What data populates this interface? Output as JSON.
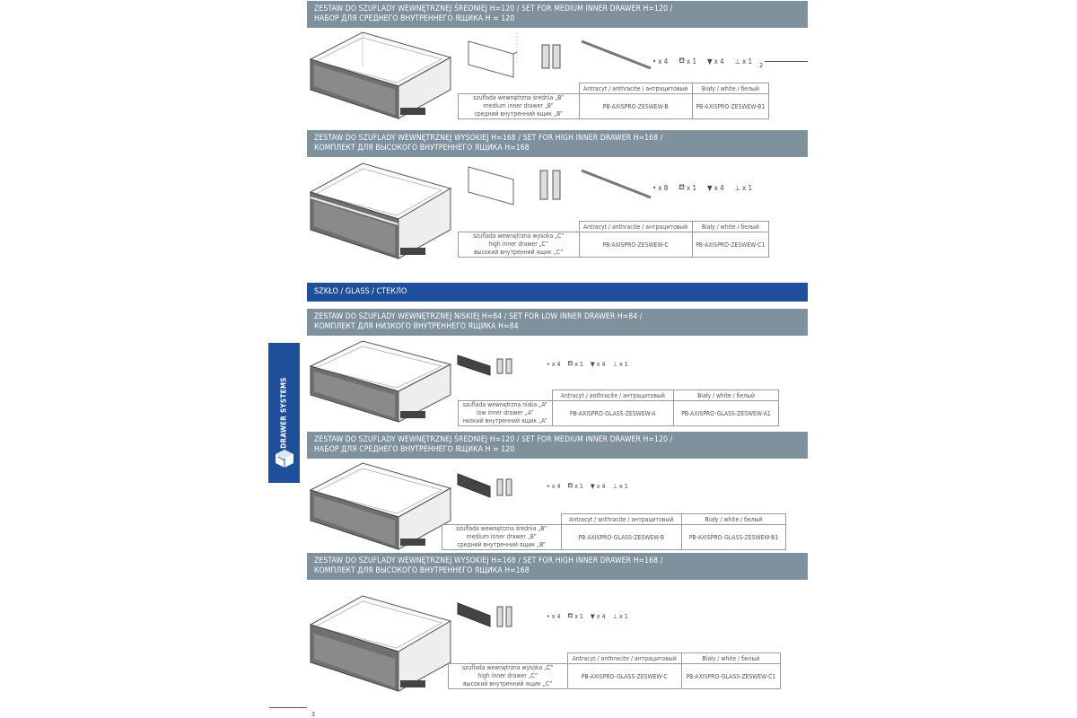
{
  "side_tab": {
    "label": "DRAWER SYSTEMS"
  },
  "glass_section": {
    "label": "SZKŁO / GLASS / СТЕКЛО"
  },
  "page_number": "3",
  "margin_number": "2",
  "table_headers": {
    "col1": "Antracyt / anthracite / антрацитовый",
    "col2": "Biały / white / белый"
  },
  "sets": [
    {
      "title_line1": "ZESTAW DO SZUFLADY WEWNĘTRZNEJ ŚREDNIEJ H=120 / SET FOR MEDIUM INNER DRAWER H=120 /",
      "title_line2": "НАБОР ДЛЯ СРЕДНЕГО ВНУТРЕННЕГО ЯЩИКА Н = 120",
      "desc": [
        "szuflada wewnętrzna średnia „B”",
        "medium inner drawer „B”",
        "средний внутренний ящик „B”"
      ],
      "code_anthracite": "PB-AXISPRO-ZESWEW-B",
      "code_white": "PB-AXISPRO-ZESWEW-B1",
      "acc": [
        "x 4",
        "x 1",
        "x 4",
        "x 1"
      ]
    },
    {
      "title_line1": "ZESTAW DO SZUFLADY WEWNĘTRZNEJ WYSOKIEJ H=168 / SET FOR HIGH INNER DRAWER H=168 /",
      "title_line2": "КОМПЛЕКТ ДЛЯ ВЫСОКОГО ВНУТРЕННЕГО ЯЩИКА Н=168",
      "desc": [
        "szuflada wewnętrzna wysoka „C”",
        "high inner drawer „C”",
        "высокий внутренний ящик „C”"
      ],
      "code_anthracite": "PB-AXISPRO-ZESWEW-C",
      "code_white": "PB-AXISPRO-ZESWEW-C1",
      "acc": [
        "x 8",
        "x 1",
        "x 4",
        "x 1"
      ]
    },
    {
      "title_line1": "ZESTAW DO SZUFLADY WEWNĘTRZNEJ NISKIEJ H=84 / SET FOR LOW INNER DRAWER H=84 /",
      "title_line2": "КОМПЛЕКТ ДЛЯ НИЗКОГО ВНУТРЕННЕГО ЯЩИКА Н=84",
      "desc": [
        "szuflada wewnętrzna niska „A”",
        "low inner drawer „A”",
        "низкий внутренний ящик „A”"
      ],
      "code_anthracite": "PB-AXISPRO-GLASS-ZESWEW-A",
      "code_white": "PB-AXISPRO-GLASS-ZESWEW-A1",
      "acc": [
        "x 4",
        "x 1",
        "x 4",
        "x 1"
      ]
    },
    {
      "title_line1": "ZESTAW DO SZUFLADY WEWNĘTRZNEJ ŚREDNIEJ H=120 / SET FOR MEDIUM INNER DRAWER H=120 /",
      "title_line2": "НАБОР ДЛЯ СРЕДНЕГО ВНУТРЕННЕГО ЯЩИКА Н = 120",
      "desc": [
        "szuflada wewnętrzna średnia „B”",
        "medium inner drawer „B”",
        "средний внутренний ящик „B”"
      ],
      "code_anthracite": "PB-AXISPRO-GLASS-ZESWEW-B",
      "code_white": "PB-AXISPRO-GLASS-ZESWEW-B1",
      "acc": [
        "x 4",
        "x 1",
        "x 4",
        "x 1"
      ]
    },
    {
      "title_line1": "ZESTAW DO SZUFLADY WEWNĘTRZNEJ WYSOKIEJ H=168 / SET FOR HIGH INNER DRAWER H=168 /",
      "title_line2": "КОМПЛЕКТ ДЛЯ ВЫСОКОГО ВНУТРЕННЕГО ЯЩИКА Н=168",
      "desc": [
        "szuflada wewnętrzna wysoka „C”",
        "high inner drawer „C”",
        "высокий внутренний ящик „C”"
      ],
      "code_anthracite": "PB-AXISPRO-GLASS-ZESWEW-C",
      "code_white": "PB-AXISPRO-GLASS-ZESWEW-C1",
      "acc": [
        "x 4",
        "x 1",
        "x 4",
        "x 1"
      ]
    }
  ]
}
